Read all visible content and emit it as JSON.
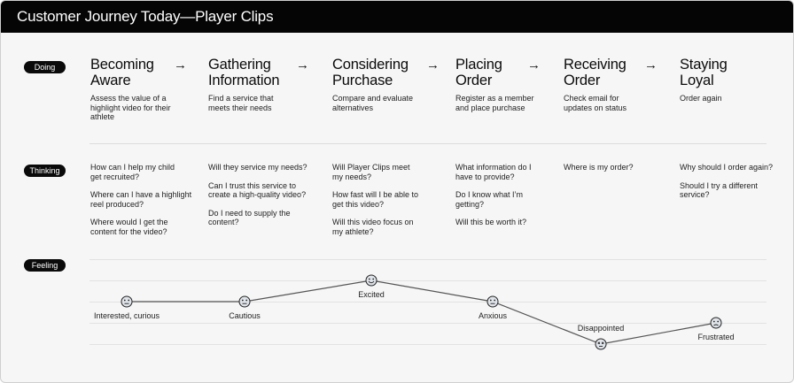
{
  "header": {
    "title": "Customer Journey Today—Player Clips"
  },
  "rows": {
    "doing": "Doing",
    "thinking": "Thinking",
    "feeling": "Feeling"
  },
  "arrow_glyph": "→",
  "stages": [
    {
      "title": [
        "Becoming",
        "Aware"
      ],
      "desc": [
        "Assess the value of a",
        "highlight video for their",
        "athlete"
      ],
      "thoughts": [
        [
          "How can I help my child",
          "get recruited?"
        ],
        [
          "Where can I have a highlight",
          "reel produced?"
        ],
        [
          "Where would I get the",
          "content for the video?"
        ]
      ]
    },
    {
      "title": [
        "Gathering",
        "Information"
      ],
      "desc": [
        "Find a service that",
        "meets their needs"
      ],
      "thoughts": [
        [
          "Will they service my needs?"
        ],
        [
          "Can I trust this service to",
          "create a high-quality video?"
        ],
        [
          "Do I need to supply the",
          "content?"
        ]
      ]
    },
    {
      "title": [
        "Considering",
        "Purchase"
      ],
      "desc": [
        "Compare and evaluate",
        "alternatives"
      ],
      "thoughts": [
        [
          "Will Player Clips meet",
          "my needs?"
        ],
        [
          "How fast will I be able to",
          "get this video?"
        ],
        [
          "Will this video focus on",
          "my athlete?"
        ]
      ]
    },
    {
      "title": [
        "Placing",
        "Order"
      ],
      "desc": [
        "Register as a member",
        "and place purchase"
      ],
      "thoughts": [
        [
          "What information do I",
          "have to provide?"
        ],
        [
          "Do I know what I’m",
          "getting?"
        ],
        [
          "Will this be worth it?"
        ]
      ]
    },
    {
      "title": [
        "Receiving",
        "Order"
      ],
      "desc": [
        "Check email for",
        "updates on status"
      ],
      "thoughts": [
        [
          "Where is my order?"
        ]
      ]
    },
    {
      "title": [
        "Staying",
        "Loyal"
      ],
      "desc": [
        "Order again"
      ],
      "thoughts": [
        [
          "Why should I order again?"
        ],
        [
          "Should I try a different",
          "service?"
        ]
      ]
    }
  ],
  "feelings": [
    {
      "label": "Interested, curious",
      "level": 2,
      "face": "neutral",
      "label_side": "below"
    },
    {
      "label": "Cautious",
      "level": 2,
      "face": "neutral",
      "label_side": "below"
    },
    {
      "label": "Excited",
      "level": 3,
      "face": "happy",
      "label_side": "below"
    },
    {
      "label": "Anxious",
      "level": 2,
      "face": "neutral",
      "label_side": "below"
    },
    {
      "label": "Disappointed",
      "level": 0,
      "face": "dead",
      "label_side": "above"
    },
    {
      "label": "Frustrated",
      "level": 1,
      "face": "frustrated",
      "label_side": "below"
    }
  ],
  "colors": {
    "header_bg": "#050505",
    "pill_bg": "#0a0a0a",
    "line": "#555555",
    "face_fill": "#dfe4ea"
  }
}
